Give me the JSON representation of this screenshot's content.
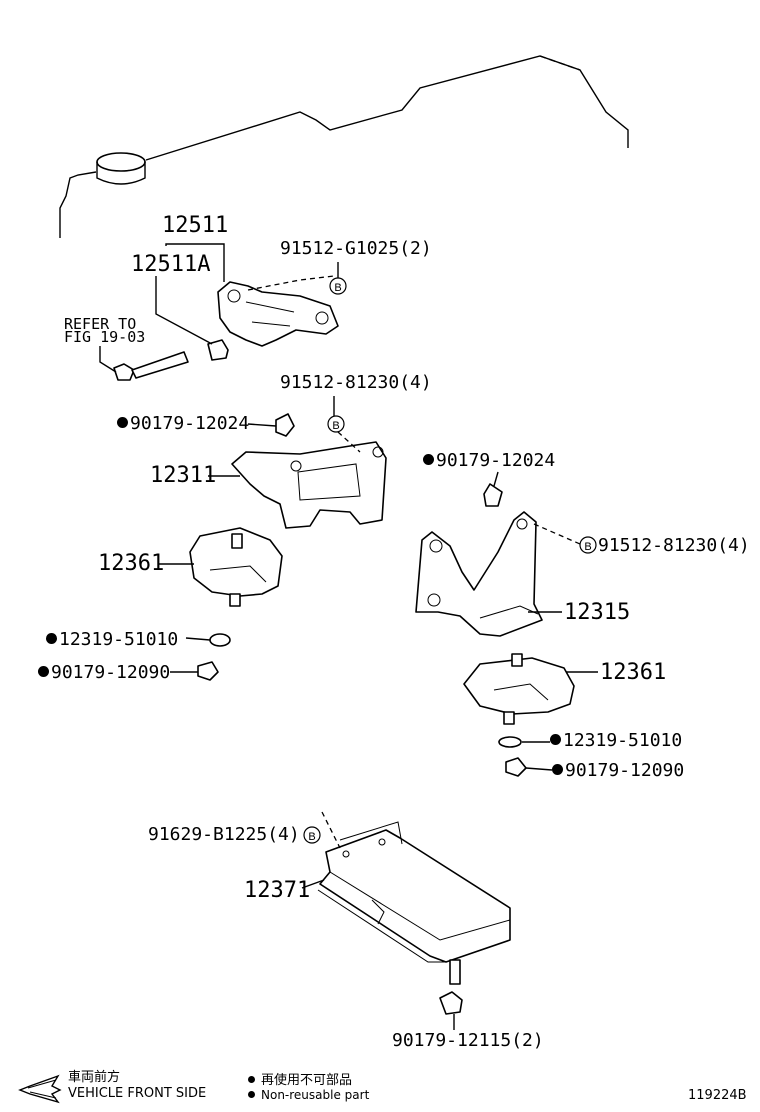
{
  "labels": {
    "p12511": "12511",
    "p12511a": "12511A",
    "refer_line1": "REFER TO",
    "refer_line2": "FIG 19-03",
    "p91512_g1025": "91512-G1025(2)",
    "p91512_81230_top": "91512-81230(4)",
    "p90179_12024_left": "90179-12024",
    "p12311": "12311",
    "p90179_12024_right": "90179-12024",
    "p91512_81230_right": "91512-81230(4)",
    "p12361_left": "12361",
    "p12315": "12315",
    "p12319_51010_left": "12319-51010",
    "p90179_12090_left": "90179-12090",
    "p12361_right": "12361",
    "p12319_51010_right": "12319-51010",
    "p90179_12090_right": "90179-12090",
    "p91629_b1225": "91629-B1225(4)",
    "p12371": "12371",
    "p90179_12115": "90179-12115(2)",
    "callout_letter": "B"
  },
  "footer": {
    "front_jp": "車両前方",
    "front_en": "VEHICLE FRONT SIDE",
    "nonreuse_jp": "再使用不可部品",
    "nonreuse_en": "Non-reusable part",
    "figure_id": "119224B"
  }
}
